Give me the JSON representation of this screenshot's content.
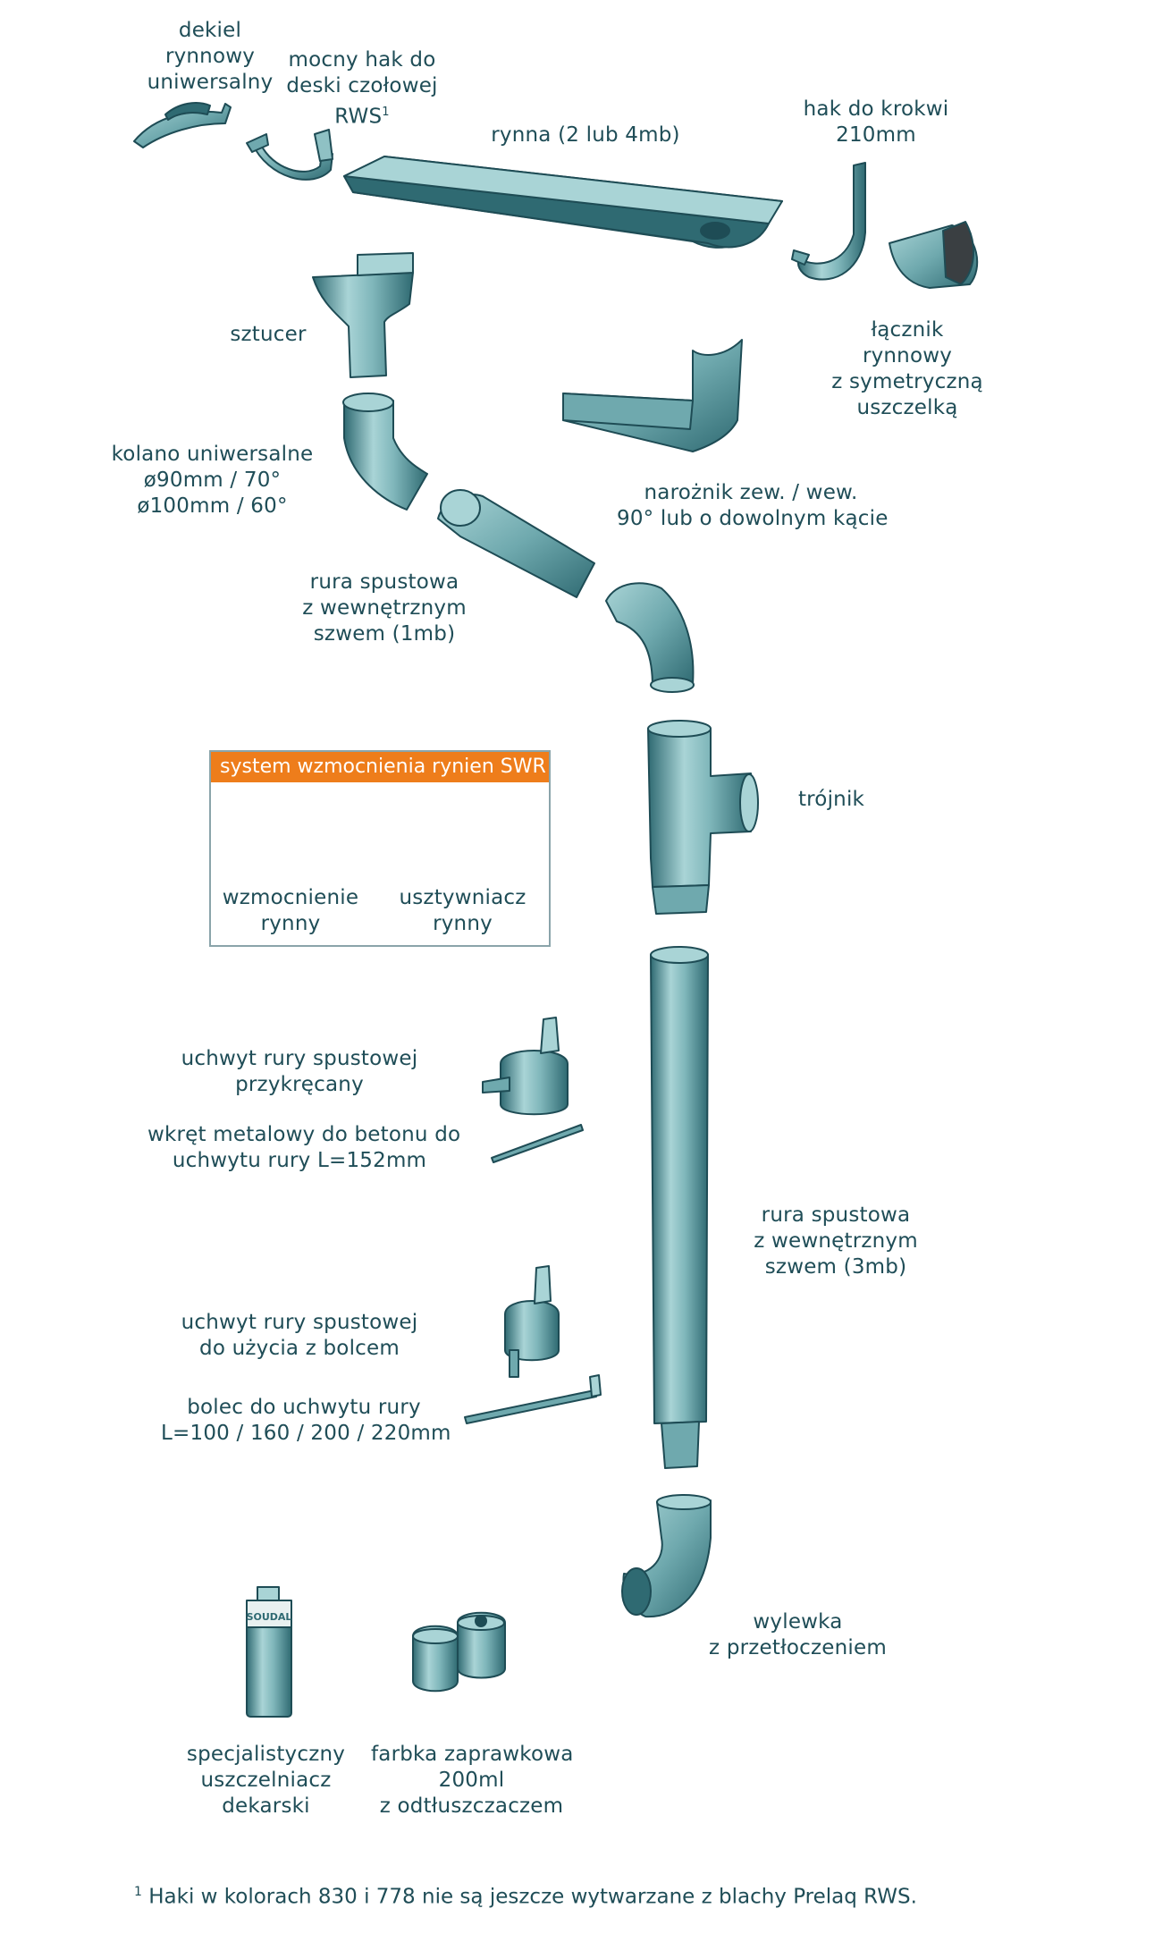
{
  "labels": {
    "dekiel": [
      "dekiel",
      "rynnowy",
      "uniwersalny"
    ],
    "mocny_hak": [
      "mocny hak do",
      "deski czołowej",
      "RWS"
    ],
    "mocny_hak_sup": "1",
    "rynna": [
      "rynna (2 lub 4mb)"
    ],
    "hak_krokwi": [
      "hak do krokwi",
      "210mm"
    ],
    "sztucer": [
      "sztucer"
    ],
    "lacznik": [
      "łącznik",
      "rynnowy",
      "z symetryczną",
      "uszczelką"
    ],
    "kolano": [
      "kolano uniwersalne",
      "ø90mm / 70°",
      "ø100mm / 60°"
    ],
    "naroznik": [
      "narożnik zew. / wew.",
      "90° lub o dowolnym kącie"
    ],
    "rura_1mb": [
      "rura spustowa",
      "z wewnętrznym",
      "szwem (1mb)"
    ],
    "trojnik": [
      "trójnik"
    ],
    "swr_title": "system wzmocnienia rynien SWR",
    "wzmocnienie": [
      "wzmocnienie",
      "rynny"
    ],
    "usztywniacz": [
      "usztywniacz",
      "rynny"
    ],
    "uchwyt_przykrecany": [
      "uchwyt rury spustowej",
      "przykręcany"
    ],
    "wkret": [
      "wkręt metalowy do betonu do",
      "uchwytu rury L=152mm"
    ],
    "rura_3mb": [
      "rura spustowa",
      "z wewnętrznym",
      "szwem (3mb)"
    ],
    "uchwyt_bolec": [
      "uchwyt rury spustowej",
      "do użycia z bolcem"
    ],
    "bolec": [
      "bolec do uchwytu rury",
      "L=100 / 160 / 200 / 220mm"
    ],
    "wylewka": [
      "wylewka",
      "z przetłoczeniem"
    ],
    "uszczelniacz": [
      "specjalistyczny",
      "uszczelniacz",
      "dekarski"
    ],
    "farbka": [
      "farbka zaprawkowa",
      "200ml",
      "z odtłuszczaczem"
    ],
    "cartridge_brand": "SOUDAL"
  },
  "footnote": {
    "mark": "1",
    "text": "Haki w kolorach 830 i 778 nie są jeszcze wytwarzane z blachy Prelaq RWS."
  },
  "colors": {
    "metal_light": "#a9d4d6",
    "metal_mid": "#6fa9ae",
    "metal_dark": "#2f6a72",
    "outline": "#1e4c55",
    "text": "#1f4d57",
    "accent": "#ee7d1b",
    "box_border": "#8aa4aa"
  }
}
